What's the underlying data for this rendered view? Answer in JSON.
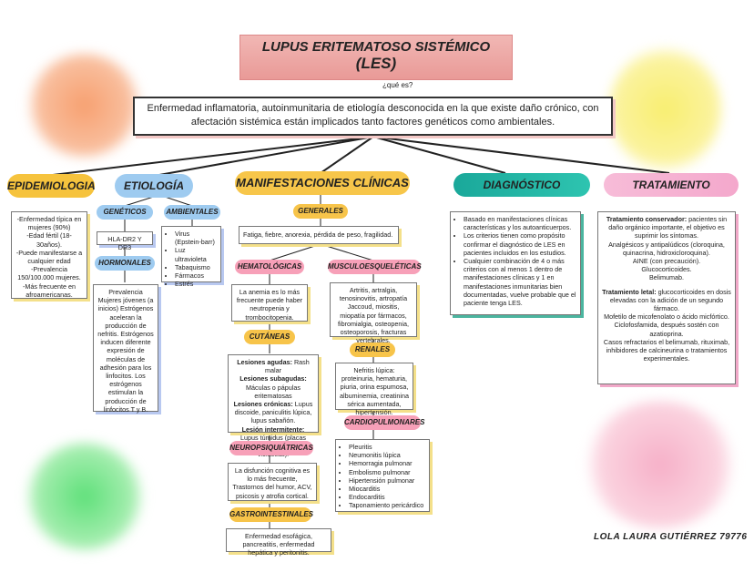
{
  "title": {
    "line1": "LUPUS ERITEMATOSO SISTÉMICO",
    "line2": "(LES)"
  },
  "question": "¿qué es?",
  "definition": "Enfermedad inflamatoria, autoinmunitaria de etiología desconocida en la que existe daño crónico, con afectación sistémica están implicados tanto factores genéticos como ambientales.",
  "epidemiologia": {
    "label": "EPIDEMIOLOGIA",
    "items": [
      "-Enfermedad típica en mujeres (90%)",
      "-Edad fértil (18-30años).",
      "-Puede manifestarse a cualquier edad",
      "-Prevalencia 150/100.000 mujeres.",
      "-Más frecuente en afroamericanas."
    ]
  },
  "etiologia": {
    "label": "ETIOLOGÍA",
    "geneticos": {
      "label": "GENÉTICOS",
      "text": "HLA-DR2 Y DR3"
    },
    "ambientales": {
      "label": "AMBIENTALES",
      "items": [
        "Virus (Epstein-barr)",
        "Luz ultravioleta",
        "Tabaquismo",
        "Fármacos",
        "Estrés"
      ]
    },
    "hormonales": {
      "label": "HORMONALES",
      "text": "Prevalencia Mujeres jóvenes (a inicios) Estrógenos aceleran la producción de nefritis. Estrógenos inducen diferente expresión de moléculas de adhesión para los linfocitos. Los estrógenos estimulan la producción de linfocitos T y B."
    }
  },
  "manifestaciones": {
    "label": "MANIFESTACIONES CLÍNICAS",
    "generales": {
      "label": "GENERALES",
      "text": "Fatiga, fiebre, anorexia, pérdida de peso, fragilidad."
    },
    "hematologicas": {
      "label": "HEMATOLÓGICAS",
      "text": "La anemia es lo más frecuente puede haber neutropenia y trombocitopenia."
    },
    "cutaneas": {
      "label": "CUTÁNEAS",
      "agudas_label": "Lesiones agudas:",
      "agudas": " Rash malar",
      "subagudas_label": "Lesiones subagudas:",
      "subagudas": " Máculas o pápulas eritematosas",
      "cronicas_label": "Lesiones crónicas:",
      "cronicas": " Lupus discoide, paniculitis lúpica, lupus sabañón.",
      "intermitente_label": "Lesión intermitente:",
      "intermitente": " Lupus túmidus (placas induradas, únicas, rojizas o violáceas)."
    },
    "neuro": {
      "label": "NEUROPSIQUIÁTRICAS",
      "text": "La disfunción cognitiva es lo más frecuente, Trastornos del humor, ACV, psicosis y atrofia cortical."
    },
    "gastro": {
      "label": "GASTROINTESTINALES",
      "text": "Enfermedad esofágica, pancreatitis, enfermedad hepática y peritonitis."
    },
    "musculo": {
      "label": "MUSCULOESQUELÉTICAS",
      "text": "Artritis, artralgia, tenosinovitis, artropatía Jaccoud, miositis, miopatía por fármacos, fibromialgia, osteopenia, osteoporosis, fracturas vertebrales."
    },
    "renales": {
      "label": "RENALES",
      "text": "Nefritis lúpica: proteinuria, hematuria, piuria, orina espumosa, albuminemia, creatinina sérica aumentada, hipertensión."
    },
    "cardio": {
      "label": "CARDIOPULMONARES",
      "items": [
        "Pleuritis",
        "Neumonitis lúpica",
        "Hemorragia pulmonar",
        "Embolismo pulmonar",
        "Hipertensión pulmonar",
        "Miocarditis",
        "Endocarditis",
        "Taponamiento pericárdico"
      ]
    }
  },
  "diagnostico": {
    "label": "DIAGNÓSTICO",
    "items": [
      "Basado en manifestaciones clínicas características y los autoanticuerpos.",
      "Los criterios tienen como propósito confirmar el diagnóstico de LES en pacientes incluidos en los estudios.",
      "Cualquier combinación de 4 o más criterios con al menos 1 dentro de manifestaciones clínicas y 1 en manifestaciones inmunitarias bien documentadas, vuelve probable que el paciente tenga LES."
    ]
  },
  "tratamiento": {
    "label": "TRATAMIENTO",
    "conservador_label": "Tratamiento conservador:",
    "conservador": " pacientes sin daño orgánico importante, el objetivo es suprimir los síntomas.",
    "conservador_items": [
      "Analgésicos y antipalúdicos (cloroquina, quinacrina, hidroxicloroquina).",
      "AINE (con precaución).",
      "Glucocorticoides.",
      "Belimumab."
    ],
    "letal_label": "Tratamiento letal:",
    "letal": " glucocorticoides en dosis elevadas con la adición de un segundo fármaco.",
    "letal_items": [
      "Mofetilo de micofenolato o ácido micfórtico.",
      "Ciclofosfamida, después sostén con azatioprina."
    ],
    "refractarios": "Casos refractarios el belimumab, rituximab, inhibidores de calcineurina o tratamientos experimentales."
  },
  "author": "LOLA LAURA GUTIÉRREZ 79776",
  "colors": {
    "epi": "#f6c33d",
    "etio": "#9ecbf0",
    "manif": "#f7c64a",
    "diag": "#1aa89a",
    "trat": "#f6b6d2",
    "sub_pink": "#f7a0b8",
    "sub_orange": "#f7c44a"
  }
}
